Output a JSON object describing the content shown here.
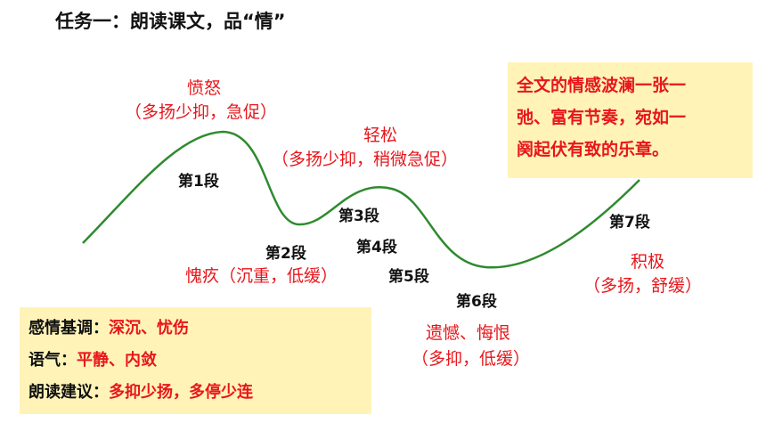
{
  "title": "任务一：朗读课文，品“情”",
  "segments": [
    "第1段",
    "第2段",
    "第3段",
    "第4段",
    "第5段",
    "第6段",
    "第7段"
  ],
  "emotions": {
    "anger": {
      "name": "愤怒",
      "note": "（多扬少抑，急促）"
    },
    "relaxed": {
      "name": "轻松",
      "note": "（多扬少抑，稍微急促）"
    },
    "guilt": {
      "name": "愧疚（沉重，低缓）"
    },
    "regret": {
      "name": "遗憾、悔恨",
      "note": "（多抑，低缓）"
    },
    "positive": {
      "name": "积极",
      "note": "（多扬，舒缓）"
    }
  },
  "summary_box": [
    "全文的情感波澜一张一",
    "弛、富有节奏，宛如一",
    "阕起伏有致的乐章。"
  ],
  "info_box": {
    "tone_label": "感情基调：",
    "tone_value": "深沉、忧伤",
    "mood_label": "语气：",
    "mood_value": "平静、内敛",
    "advice_label": "朗读建议：",
    "advice_value": "多抑少扬，多停少连"
  },
  "colors": {
    "curve": "#2e8b2e",
    "emphasis": "#e8161b",
    "box": "#fff3b8"
  }
}
